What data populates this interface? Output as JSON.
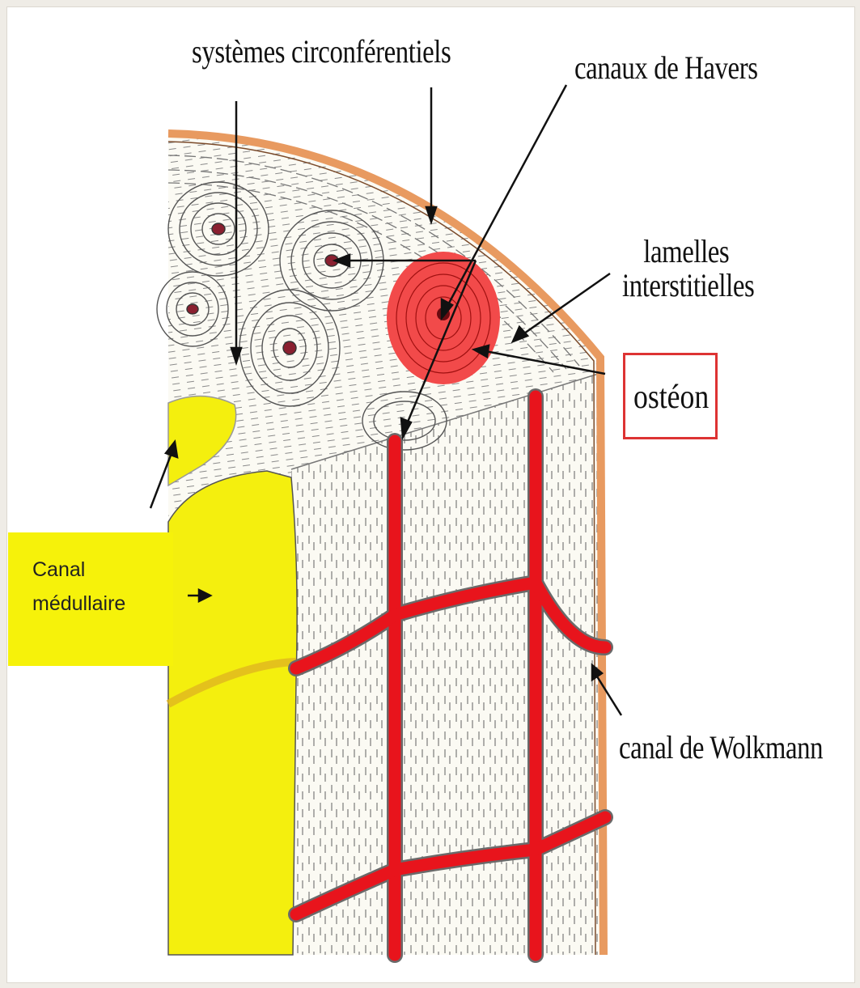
{
  "labels": {
    "circumferential": "systèmes circonférentiels",
    "havers": "canaux de Havers",
    "interstitial_1": "lamelles",
    "interstitial_2": "interstitielles",
    "osteon": "ostéon",
    "wolkmann": "canal de Wolkmann",
    "medullary_1": "Canal",
    "medullary_2": "médullaire"
  },
  "colors": {
    "periosteum": "#e89a60",
    "canal": "#e8141c",
    "osteon": "#f24a4a",
    "medulla": "#f4ef0e",
    "osteon_box_border": "#d33333"
  }
}
